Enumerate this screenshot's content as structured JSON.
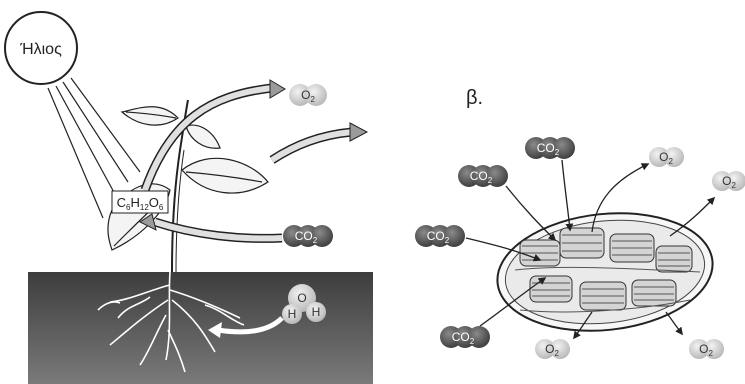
{
  "panel_a": {
    "sun_label": "Ήλιος",
    "glucose": {
      "c": "C",
      "c_n": "6",
      "h": "H",
      "h_n": "12",
      "o": "O",
      "o_n": "6"
    },
    "o2_out": {
      "sym": "O",
      "n": "2"
    },
    "co2_in": {
      "sym": "CO",
      "n": "2"
    },
    "water": {
      "o": "O",
      "h1": "H",
      "h2": "H"
    }
  },
  "panel_b": {
    "label": "β.",
    "co2": [
      {
        "sym": "CO",
        "n": "2"
      },
      {
        "sym": "CO",
        "n": "2"
      },
      {
        "sym": "CO",
        "n": "2"
      },
      {
        "sym": "CO",
        "n": "2"
      }
    ],
    "o2": [
      {
        "sym": "O",
        "n": "2"
      },
      {
        "sym": "O",
        "n": "2"
      },
      {
        "sym": "O",
        "n": "2"
      },
      {
        "sym": "O",
        "n": "2"
      }
    ]
  },
  "colors": {
    "soil": "#555555",
    "co2": "#5a5a5a",
    "o2": "#cfcfcf",
    "ink": "#222222"
  }
}
